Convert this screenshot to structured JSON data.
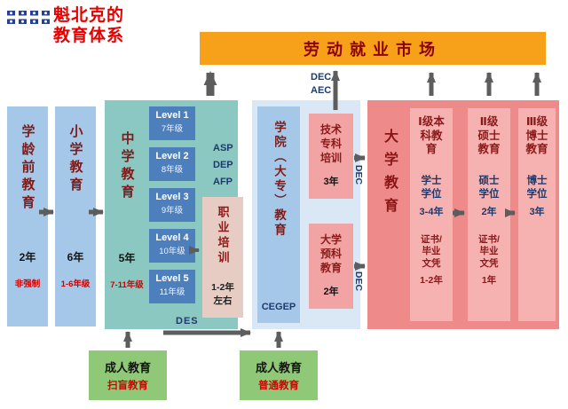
{
  "palette": {
    "banner_orange": "#F7A11A",
    "column_blue": "#A6C8E8",
    "secondary_teal": "#8AC8C1",
    "level_blue": "#4E7FBD",
    "vocational_tan": "#E6CCC2",
    "college_bg": "#DAE8F5",
    "program_pink": "#F2A3A3",
    "university_red": "#EE8A8A",
    "track_pink": "#F6B1B1",
    "adult_green": "#8FC977",
    "arrow_gray": "#5D5D5D",
    "navy_text": "#1E3A6D",
    "dark_red_text": "#8B1A1A",
    "red_text": "#D40000",
    "title_red": "#E60000"
  },
  "header": {
    "title_line1": "魁北克的",
    "title_line2": "教育体系"
  },
  "banner": {
    "label": "劳动就业市场"
  },
  "preschool": {
    "title": "学龄前教育",
    "years": "2年",
    "note": "非强制"
  },
  "primary": {
    "title": "小学教育",
    "years": "6年",
    "note": "1-6年级"
  },
  "secondary": {
    "title": "中学教育",
    "years": "5年",
    "note": "7-11年级",
    "levels": [
      {
        "label": "Level 1",
        "grade": "7年级"
      },
      {
        "label": "Level 2",
        "grade": "8年级"
      },
      {
        "label": "Level 3",
        "grade": "9年级"
      },
      {
        "label": "Level 4",
        "grade": "10年级"
      },
      {
        "label": "Level 5",
        "grade": "11年级"
      }
    ],
    "credentials": [
      "ASP",
      "DEP",
      "AFP"
    ],
    "diploma": "DES",
    "vocational": {
      "title": "职业培训",
      "years": "1-2年左右"
    }
  },
  "college": {
    "title": "学院（大专）教育",
    "abbr": "CEGEP",
    "diploma_labels": [
      "DEC",
      "AEC"
    ],
    "programs": [
      {
        "title": "技术专科培训",
        "years": "3年",
        "diploma": "DEC"
      },
      {
        "title": "大学预科教育",
        "years": "2年",
        "diploma": "DEC"
      }
    ]
  },
  "university": {
    "title": "大学教育",
    "tracks": [
      {
        "title": "Ⅰ级本科教育",
        "degree": "学士学位",
        "degree_years": "3-4年",
        "cert": "证书/毕业文凭",
        "cert_years": "1-2年"
      },
      {
        "title": "Ⅱ级硕士教育",
        "degree": "硕士学位",
        "degree_years": "2年",
        "cert": "证书/毕业文凭",
        "cert_years": "1年"
      },
      {
        "title": "Ⅲ级博士教育",
        "degree": "博士学位",
        "degree_years": "3年"
      }
    ]
  },
  "adult_education": [
    {
      "title": "成人教育",
      "subtitle": "扫盲教育"
    },
    {
      "title": "成人教育",
      "subtitle": "普通教育"
    }
  ]
}
